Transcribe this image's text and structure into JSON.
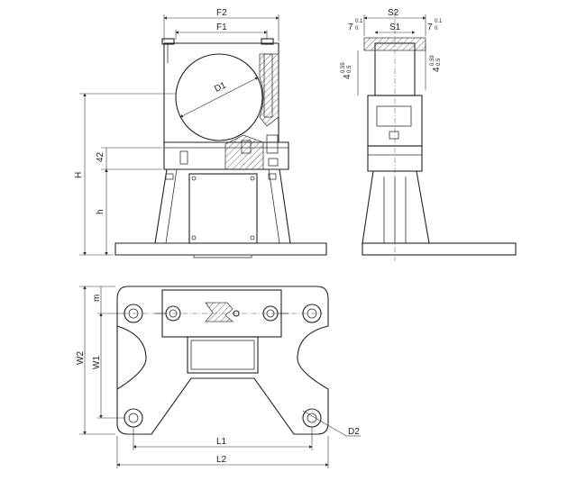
{
  "labels": {
    "F2": "F2",
    "F1": "F1",
    "D1": "D1",
    "H": "H",
    "h": "h",
    "dim42": "42",
    "S2": "S2",
    "S1": "S1",
    "tol_left_main": "7",
    "tol_left_sup": "0.1",
    "tol_left_sub": "0",
    "tol_right_main": "7",
    "tol_right_sup": "0.1",
    "tol_right_sub": "0",
    "side_a_main": "4",
    "side_a_sup": "0.59",
    "side_a_sub": "0.5",
    "side_b_main": "4",
    "side_b_sup": "0.59",
    "side_b_sub": "0.5",
    "m": "m",
    "W1": "W1",
    "W2": "W2",
    "L1": "L1",
    "L2": "L2",
    "D2": "D2"
  }
}
